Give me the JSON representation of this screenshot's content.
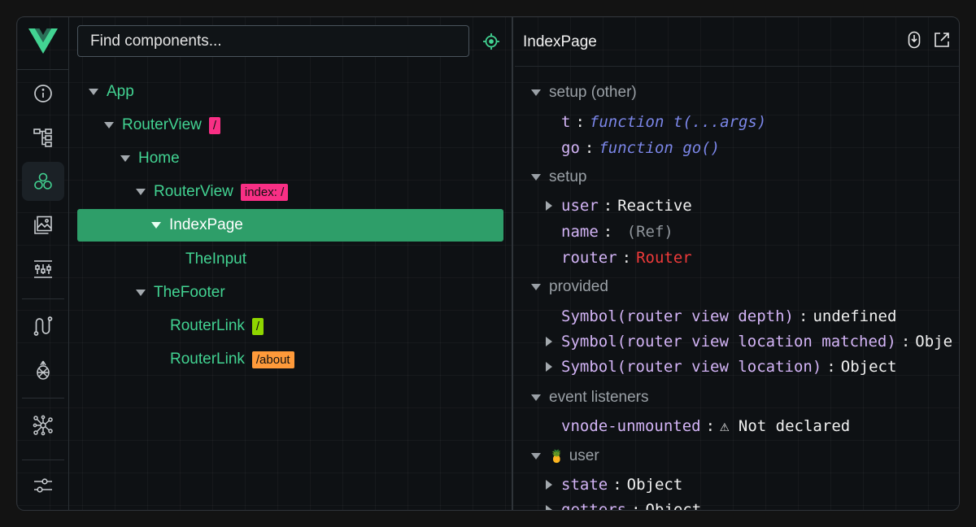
{
  "search": {
    "placeholder": "Find components..."
  },
  "tree": [
    {
      "label": "App",
      "tag": ""
    },
    {
      "label": "RouterView",
      "tag": "/"
    },
    {
      "label": "Home",
      "tag": ""
    },
    {
      "label": "RouterView",
      "tag": "index: /"
    },
    {
      "label": "IndexPage",
      "tag": ""
    },
    {
      "label": "TheInput",
      "tag": ""
    },
    {
      "label": "TheFooter",
      "tag": ""
    },
    {
      "label": "RouterLink",
      "tag": "/"
    },
    {
      "label": "RouterLink",
      "tag": "/about"
    }
  ],
  "colors": {
    "accent": "#42d392",
    "selected": "#2e9e69",
    "tag_pink": "#f92f85",
    "tag_lime": "#8fd600",
    "tag_orange": "#ff9a3a"
  },
  "inspector": {
    "title": "IndexPage",
    "sections": {
      "setup_other": "setup (other)",
      "setup": "setup",
      "provided": "provided",
      "event_listeners": "event listeners",
      "user": "user",
      "user_icon": "🍍"
    },
    "props": {
      "t": {
        "key": "t",
        "type": "function",
        "sig": "t(...args)"
      },
      "go": {
        "key": "go",
        "type": "function",
        "sig": "go()"
      },
      "user": {
        "key": "user",
        "value": "Reactive"
      },
      "name": {
        "key": "name",
        "value": "(Ref)"
      },
      "router": {
        "key": "router",
        "value": "Router"
      },
      "depth": {
        "key": "Symbol(router view depth)",
        "value": "undefined"
      },
      "matched": {
        "key": "Symbol(router view location matched)",
        "value": "Obje"
      },
      "location": {
        "key": "Symbol(router view location)",
        "value": "Object"
      },
      "unmounted": {
        "key": "vnode-unmounted",
        "value": "⚠ Not declared"
      },
      "state": {
        "key": "state",
        "value": "Object"
      },
      "getters": {
        "key": "getters",
        "value": "Object"
      }
    }
  }
}
